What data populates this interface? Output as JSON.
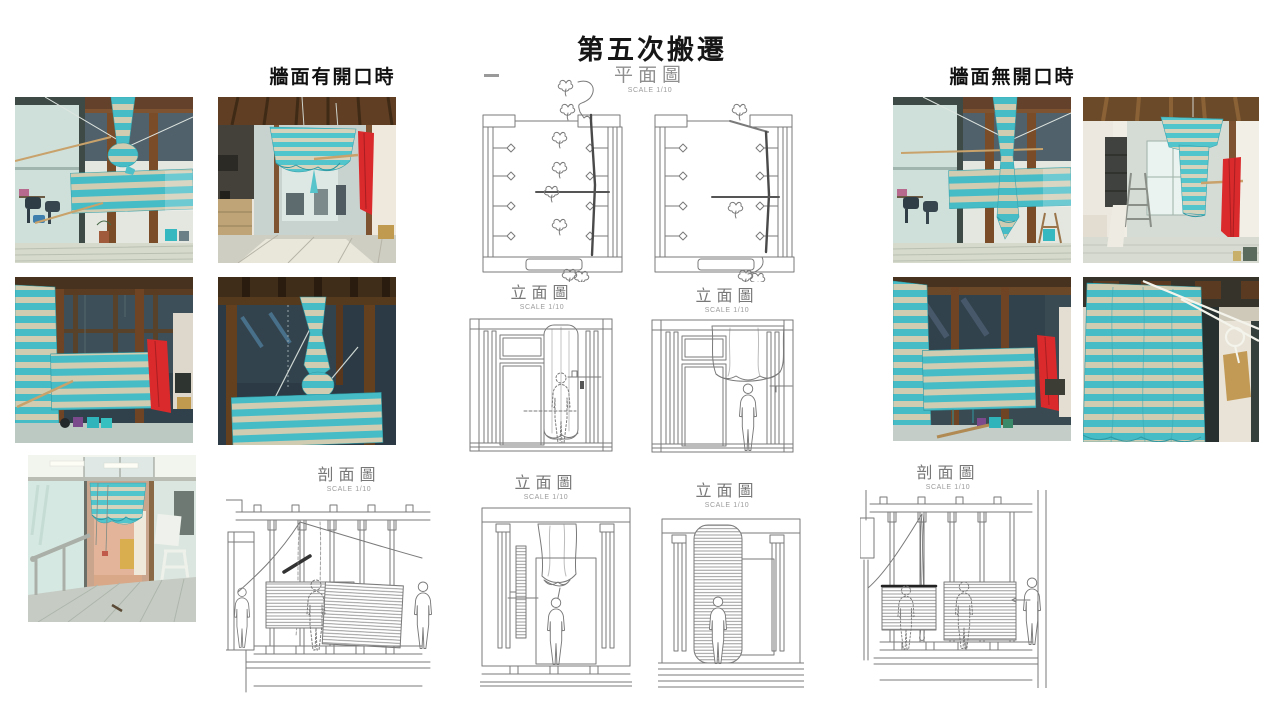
{
  "page": {
    "title": "第五次搬遷"
  },
  "sections": {
    "left_label": "牆面有開口時",
    "right_label": "牆面無開口時"
  },
  "drawings": {
    "plan": {
      "label": "平面圖",
      "scale": "SCALE 1/10"
    },
    "elevation_mid_left": {
      "label": "立面圖",
      "scale": "SCALE 1/10"
    },
    "elevation_mid_right": {
      "label": "立面圖",
      "scale": "SCALE 1/10"
    },
    "section_bottom_left": {
      "label": "剖面圖",
      "scale": "SCALE 1/10"
    },
    "elevation_bottom_left": {
      "label": "立面圖",
      "scale": "SCALE 1/10"
    },
    "elevation_bottom_right": {
      "label": "立面圖",
      "scale": "SCALE 1/10"
    },
    "section_bottom_right": {
      "label": "剖面圖",
      "scale": "SCALE 1/10"
    }
  },
  "colors": {
    "fabric_teal": "#49bfc8",
    "fabric_cream": "#d6d3bd",
    "fabric_red": "#da2a2c",
    "wood": "#7a4c28",
    "sketch_line": "#7a7a7a",
    "dark_interior": "#31414b"
  }
}
